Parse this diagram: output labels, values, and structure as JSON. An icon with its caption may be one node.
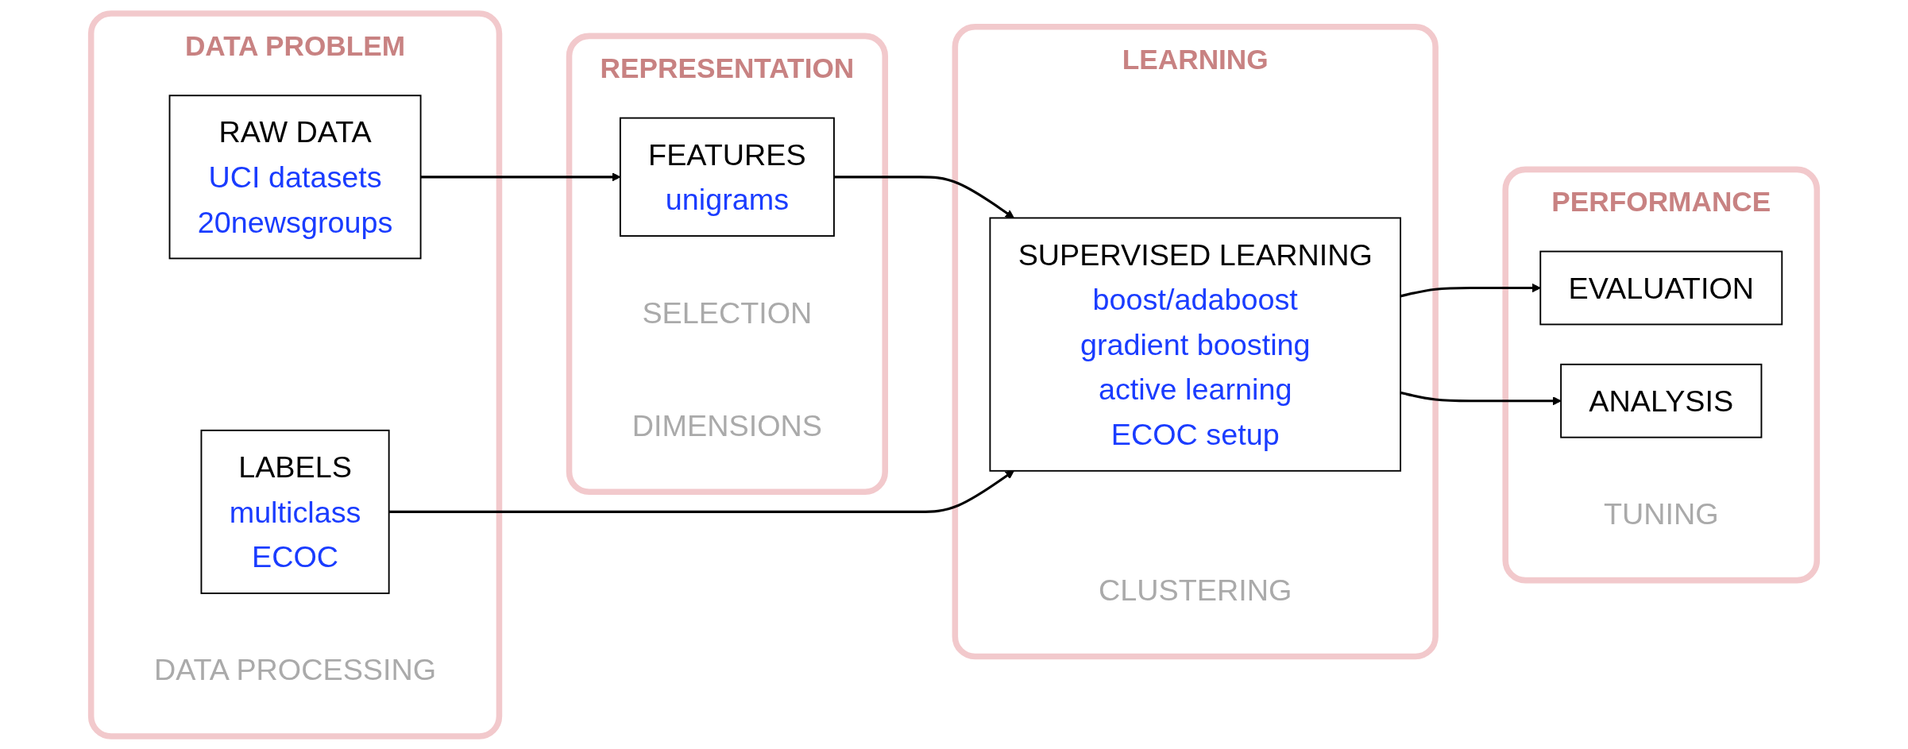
{
  "diagram": {
    "nodes": [
      {
        "text": [
          "DATA PROBLEM",
          "DATA PROCESSING"
        ]
      },
      {
        "text": [
          "RAW DATA",
          "UCI datasets",
          "20newsgroups"
        ],
        "in": 0
      },
      {
        "text": [
          "LABELS",
          "multiclass",
          "ECOC"
        ],
        "in": 0
      },
      {
        "text": [
          "REPRESENTATION",
          "SELECTION",
          "DIMENSIONS"
        ]
      },
      {
        "text": [
          "FEATURES",
          "unigrams"
        ],
        "in": 3
      },
      {
        "text": [
          "LEARNING",
          "CLUSTERING"
        ]
      },
      {
        "text": [
          "SUPERVISED LEARNING",
          "boost/adaboost",
          "gradient boosting",
          "active learning",
          "ECOC setup"
        ],
        "in": 5
      },
      {
        "text": [
          "PERFORMANCE",
          "TUNING"
        ]
      },
      {
        "text": [
          "EVALUATION"
        ],
        "in": 7
      },
      {
        "text": [
          "ANALYSIS"
        ],
        "in": 7
      }
    ],
    "edges": [
      {
        "from": 1,
        "to": 4,
        "arrow": "to"
      },
      {
        "from": 4,
        "to": 6,
        "arrow": "to"
      },
      {
        "from": 2,
        "to": 6,
        "arrow": "to"
      },
      {
        "from": 6,
        "to": 8,
        "arrow": "to"
      },
      {
        "from": 6,
        "to": 9,
        "arrow": "to"
      }
    ]
  }
}
